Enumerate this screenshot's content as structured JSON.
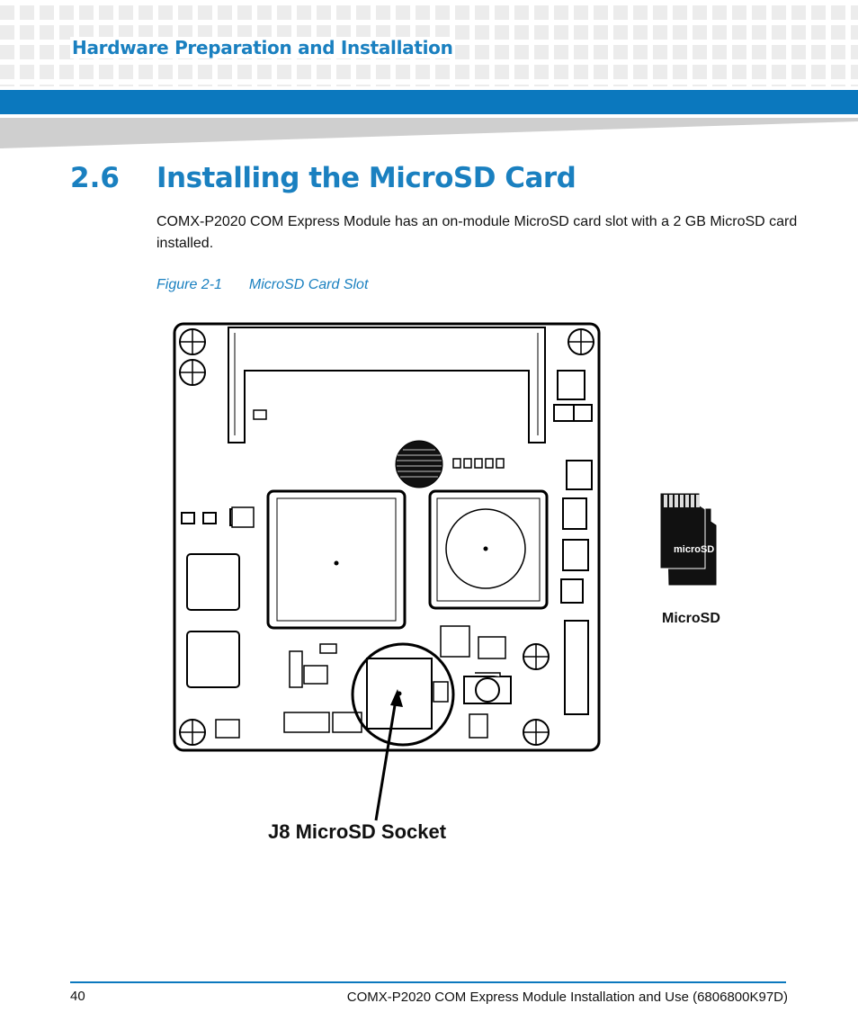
{
  "header": {
    "chapter_title": "Hardware Preparation and Installation"
  },
  "section": {
    "number": "2.6",
    "title": "Installing the MicroSD Card",
    "body": "COMX-P2020 COM Express Module has an on-module MicroSD card slot with a 2 GB MicroSD card installed."
  },
  "figure": {
    "label": "Figure 2-1",
    "caption": "MicroSD Card Slot",
    "callout_label": "J8 MicroSD Socket",
    "card_label": "microSD",
    "card_caption": "MicroSD"
  },
  "footer": {
    "page_number": "40",
    "document_title": "COMX-P2020 COM Express Module Installation and Use (6806800K97D)"
  }
}
